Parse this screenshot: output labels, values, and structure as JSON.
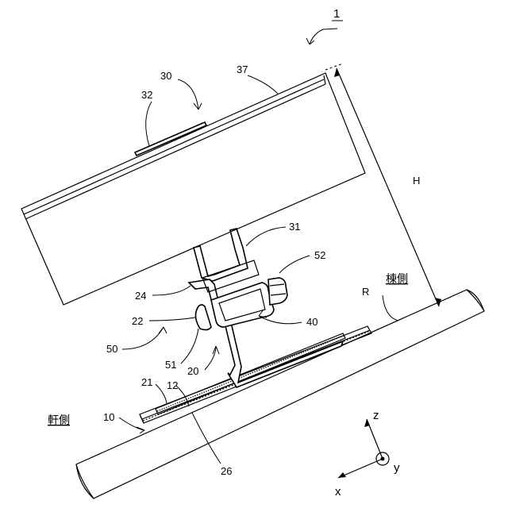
{
  "labels": {
    "assembly": "1",
    "panel": "30",
    "panel_frame_top": "37",
    "junction": "32",
    "rail": "31",
    "bolt_head": "52",
    "ridge_side": "棟側",
    "roof_surface_r": "R",
    "height": "H",
    "clamp_top": "24",
    "clamp_body": "22",
    "nut_block": "40",
    "fastener_assembly": "50",
    "washer": "51",
    "bracket": "20",
    "base_plate": "21",
    "sheet": "12",
    "roof": "10",
    "eaves_side": "軒側",
    "corrugation": "26",
    "axis_z": "z",
    "axis_y": "y",
    "axis_x": "x"
  }
}
